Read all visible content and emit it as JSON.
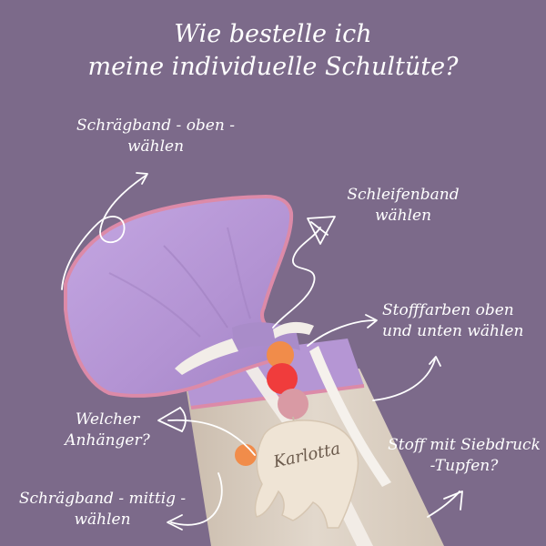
{
  "title": {
    "line1": "Wie bestelle ich",
    "line2": "meine individuelle Schultüte?"
  },
  "labels": {
    "top_binding": {
      "line1": "Schrägband - oben -",
      "line2": "wählen"
    },
    "ribbon": {
      "line1": "Schleifenband",
      "line2": "wählen"
    },
    "fabric_colors": {
      "line1": "Stofffarben oben",
      "line2": "und unten wählen"
    },
    "tag": {
      "line1": "Welcher",
      "line2": "Anhänger?"
    },
    "dots": {
      "line1": "Stoff mit Siebdruck",
      "line2": "-Tupfen?"
    },
    "middle_binding": {
      "line1": "Schrägband - mittig -",
      "line2": "wählen"
    }
  },
  "tag_name": "Karlotta",
  "colors": {
    "background": "#7c6a8a",
    "lilac_fabric": "#b596d4",
    "pink_binding": "#dc8aa8",
    "beige_fabric": "#ddd2c6",
    "ribbon": "#f2ede8",
    "wood_tag": "#efe4d5",
    "pompom_orange": "#f18c4a",
    "pompom_red": "#f03c3c",
    "pompom_pink": "#d99aa4",
    "text": "#ffffff"
  }
}
